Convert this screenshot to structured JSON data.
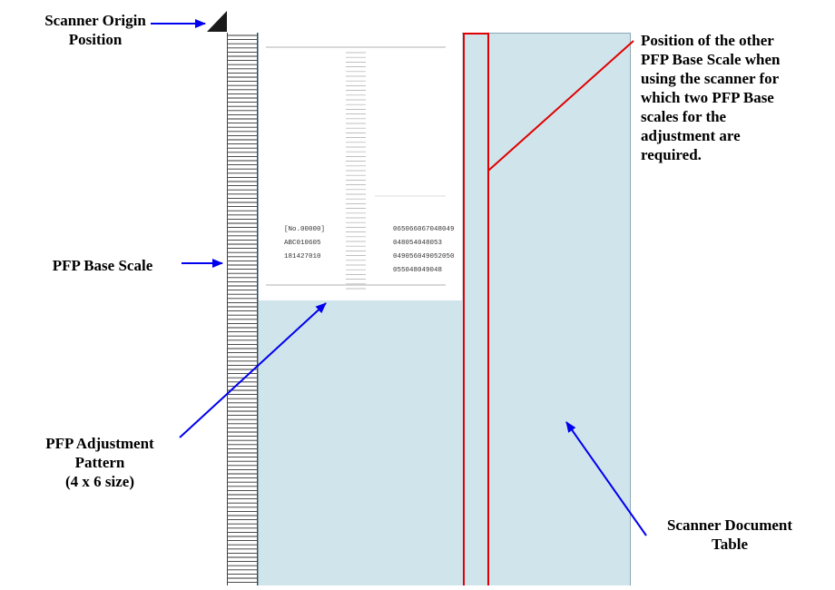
{
  "labels": {
    "scanner_origin": [
      "Scanner Origin",
      "Position"
    ],
    "pfp_base_scale": "PFP Base Scale",
    "pfp_adjustment_pattern": [
      "PFP Adjustment",
      "Pattern",
      "(4 x 6 size)"
    ],
    "scanner_document_table": [
      "Scanner Document",
      "Table"
    ],
    "other_scale_position": [
      "Position of the other",
      "PFP Base Scale when",
      "using the scanner for",
      "which two PFP Base",
      "scales for the",
      "adjustment are",
      "required."
    ]
  },
  "pattern_text": {
    "left_lines": [
      "[No.00000]",
      "ABC010605",
      "181427010"
    ],
    "right_lines": [
      "065066067048049",
      "048054048053",
      "049056049052050",
      "055048049048"
    ]
  },
  "colors": {
    "arrow": "#0000ee",
    "highlight": "#e00000",
    "table": "#d0e4ec"
  }
}
